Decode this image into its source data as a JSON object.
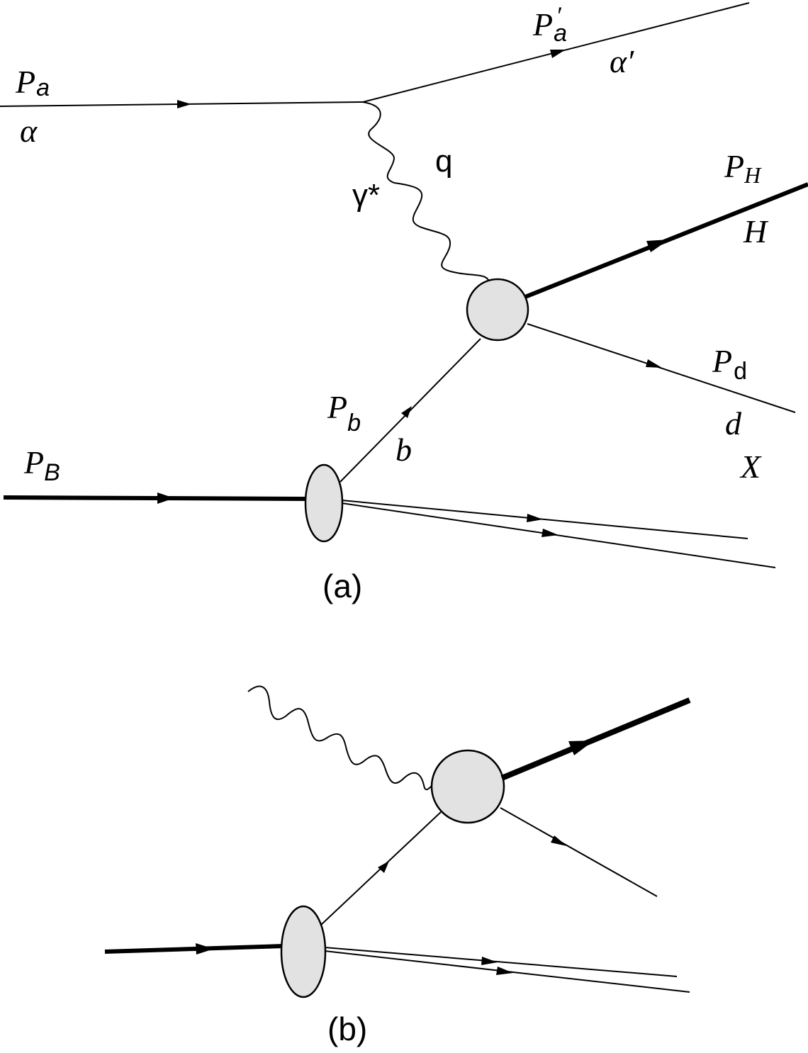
{
  "diagram": {
    "panel_a": {
      "caption": "(a)",
      "labels": {
        "p_a_main": "P",
        "p_a_sub": "a",
        "alpha": "α",
        "p_a_prime_main": "P",
        "p_a_prime_sub": "a",
        "p_a_prime_mark": "′",
        "alpha_prime": "α′",
        "gamma_star": "γ*",
        "q": "q",
        "p_h_main": "P",
        "p_h_sub": "H",
        "h": "H",
        "p_d_main": "P",
        "p_d_sub": "d",
        "d": "d",
        "x": "X",
        "p_b_main": "P",
        "p_b_sub": "b",
        "b": "b",
        "p_big_b_main": "P",
        "p_big_b_sub": "B"
      }
    },
    "panel_b": {
      "caption": "(b)"
    }
  }
}
